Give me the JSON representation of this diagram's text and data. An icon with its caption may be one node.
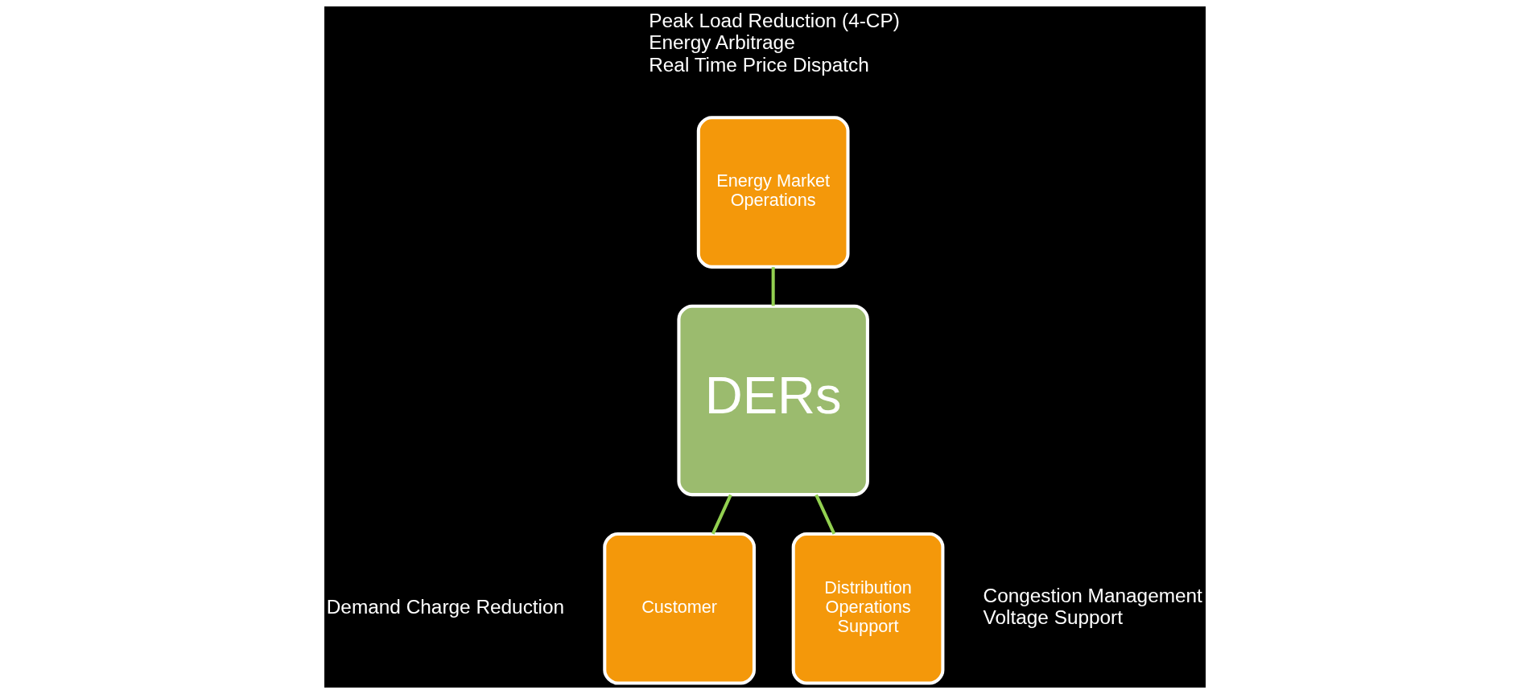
{
  "diagram": {
    "nodes": [
      {
        "text": [
          "DERs"
        ]
      },
      {
        "text": [
          "Energy Market Operations"
        ],
        "beside": [
          "Peak Load Reduction (4-CP)",
          "Energy Arbitrage",
          "Real Time Price Dispatch"
        ]
      },
      {
        "text": [
          "Customer"
        ],
        "beside": [
          "Demand Charge Reduction"
        ]
      },
      {
        "text": [
          "Distribution Operations Support"
        ],
        "beside": [
          "Congestion Management",
          "Voltage Support"
        ]
      }
    ],
    "edges": [
      {
        "from": 1,
        "to": 0,
        "arrow": "none"
      },
      {
        "from": 0,
        "to": 2,
        "arrow": "none"
      },
      {
        "from": 0,
        "to": 3,
        "arrow": "none"
      }
    ]
  }
}
